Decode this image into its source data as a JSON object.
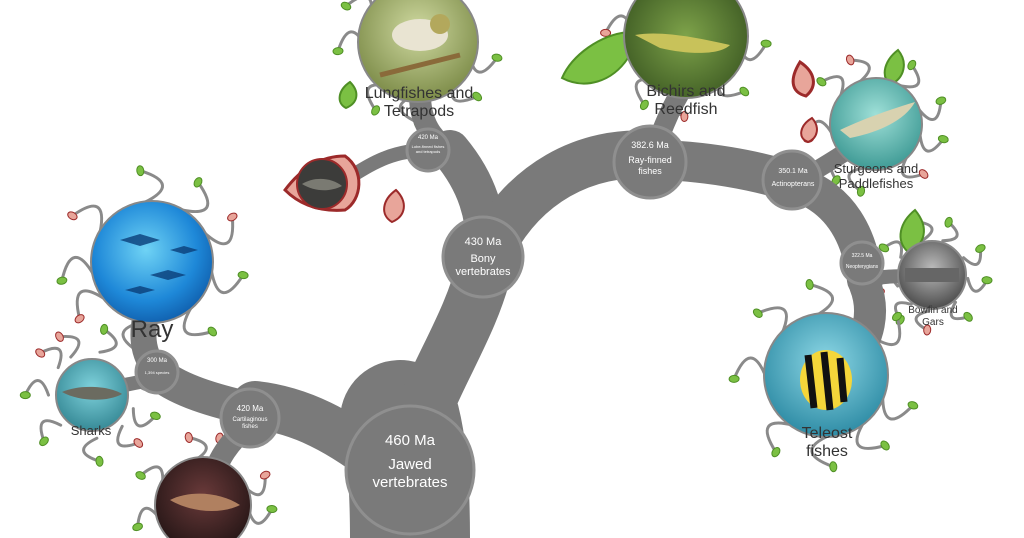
{
  "colors": {
    "trunk": "#7a7a7a",
    "trunk_dark": "#6a6a6a",
    "node_ring": "#8a8a8a",
    "leaf_green": "#7bc043",
    "leaf_green_dark": "#4f8f25",
    "bud_pink": "#e8a59a",
    "bud_red": "#9c2a2a"
  },
  "nodes": {
    "jawed": {
      "age": "460 Ma",
      "name": "Jawed vertebrates"
    },
    "bony": {
      "age": "430 Ma",
      "name": "Bony vertebrates"
    },
    "cartilaginous": {
      "age": "420 Ma",
      "name": "Cartilaginous fishes"
    },
    "sharks_ray": {
      "age": "300 Ma",
      "name": "1,394 species"
    },
    "lobe": {
      "age": "420 Ma",
      "name": "Lobe-finned fishes and tetrapods"
    },
    "rayfinned": {
      "age": "382.6 Ma",
      "name": "Ray-finned fishes"
    },
    "actinopterans": {
      "age": "350.1 Ma",
      "name": "Actinopterans"
    },
    "neopterygians": {
      "age": "322.5 Ma",
      "name": "Neopterygians"
    }
  },
  "groups": {
    "lungfishes": "Lungfishes and Tetrapods",
    "bichirs": "Bichirs and Reedfish",
    "sturgeons": "Sturgeons and Paddlefishes",
    "bowfin": "Bowfin and Gars",
    "teleost": "Teleost fishes",
    "ray": "Ray",
    "sharks": "Sharks"
  },
  "photos": {
    "lungfishes": "bird-photo",
    "bichirs": "bichir-photo",
    "sturgeons": "sturgeon-photo",
    "bowfin": "gar-photo",
    "teleost": "angelfish-photo",
    "ray": "manta-rays-photo",
    "sharks": "shark-photo",
    "chimaera": "chimaera-photo",
    "coelacanth": "coelacanth-photo"
  }
}
